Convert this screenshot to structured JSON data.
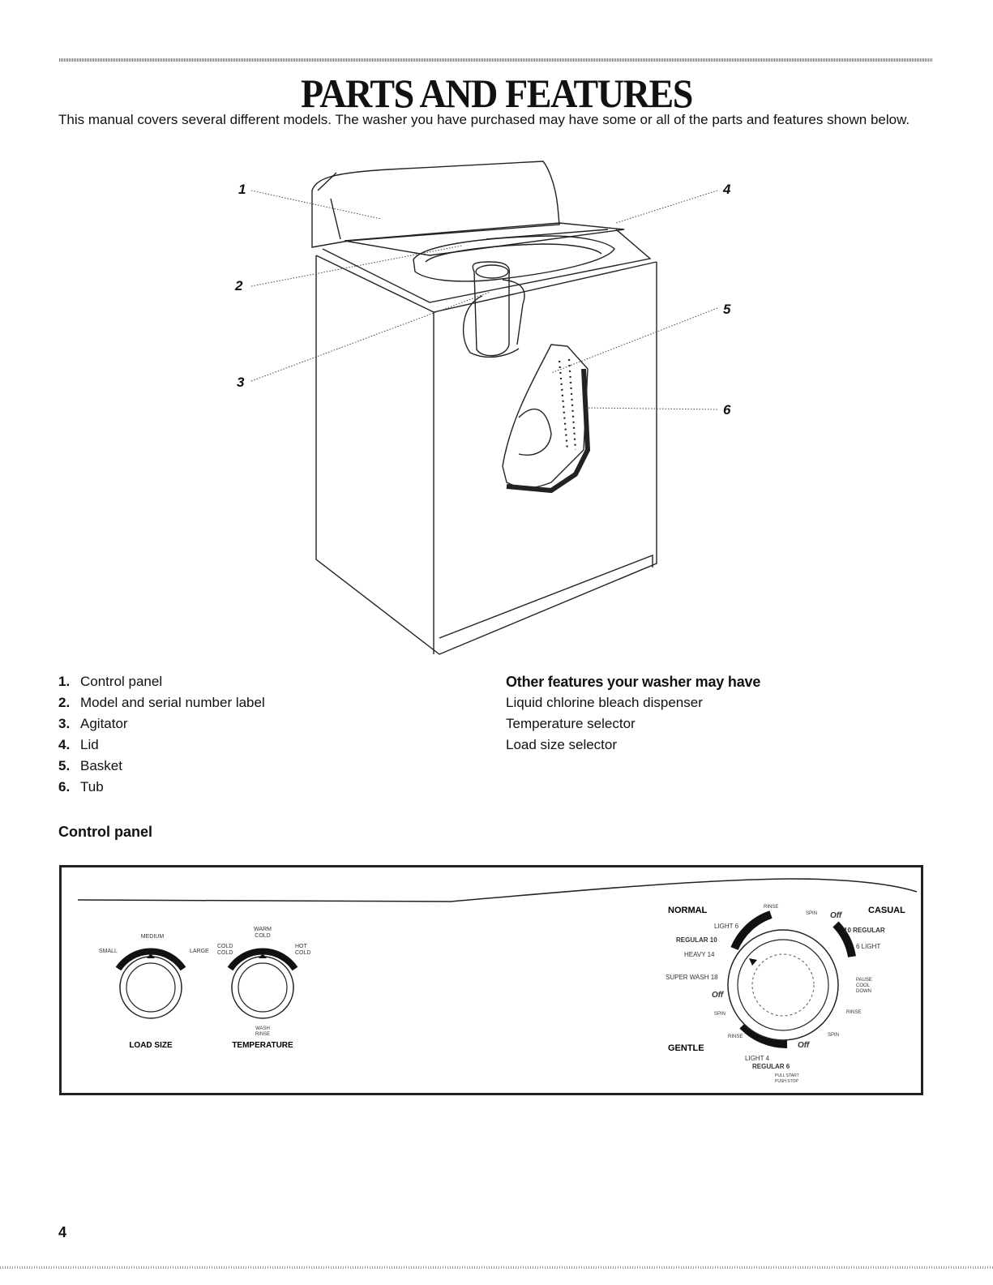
{
  "page": {
    "title": "PARTS AND FEATURES",
    "intro": "This manual covers several different models. The washer you have purchased may have some or all of the parts and features shown below.",
    "page_number": "4"
  },
  "diagram": {
    "callouts": [
      "1",
      "2",
      "3",
      "4",
      "5",
      "6"
    ]
  },
  "parts": [
    {
      "num": "1.",
      "label": "Control panel"
    },
    {
      "num": "2.",
      "label": "Model and serial number label"
    },
    {
      "num": "3.",
      "label": "Agitator"
    },
    {
      "num": "4.",
      "label": "Lid"
    },
    {
      "num": "5.",
      "label": "Basket"
    },
    {
      "num": "6.",
      "label": "Tub"
    }
  ],
  "other_features": {
    "heading": "Other features your washer may have",
    "items": [
      "Liquid chlorine bleach dispenser",
      "Temperature selector",
      "Load size selector"
    ]
  },
  "control_panel": {
    "heading": "Control panel",
    "load_size": {
      "title": "LOAD SIZE",
      "small": "SMALL",
      "medium": "MEDIUM",
      "large": "LARGE"
    },
    "temperature": {
      "title": "TEMPERATURE",
      "warm_cold": [
        "WARM",
        "COLD"
      ],
      "cold_cold": [
        "COLD",
        "COLD"
      ],
      "hot_cold": [
        "HOT",
        "COLD"
      ],
      "wash_rinse": [
        "WASH",
        "RINSE"
      ]
    },
    "cycle": {
      "normal": "NORMAL",
      "casual": "CASUAL",
      "gentle": "GENTLE",
      "normal_settings": [
        "LIGHT 6",
        "REGULAR 10",
        "HEAVY 14",
        "SUPER WASH 18"
      ],
      "casual_settings": [
        "10 REGULAR",
        "6 LIGHT"
      ],
      "gentle_settings": [
        "LIGHT 4",
        "REGULAR 6"
      ],
      "off": "Off",
      "rinse": "RINSE",
      "spin": "SPIN",
      "pause": [
        "PAUSE",
        "COOL",
        "DOWN"
      ],
      "pull_push": [
        "PULL START",
        "PUSH STOP"
      ]
    }
  }
}
